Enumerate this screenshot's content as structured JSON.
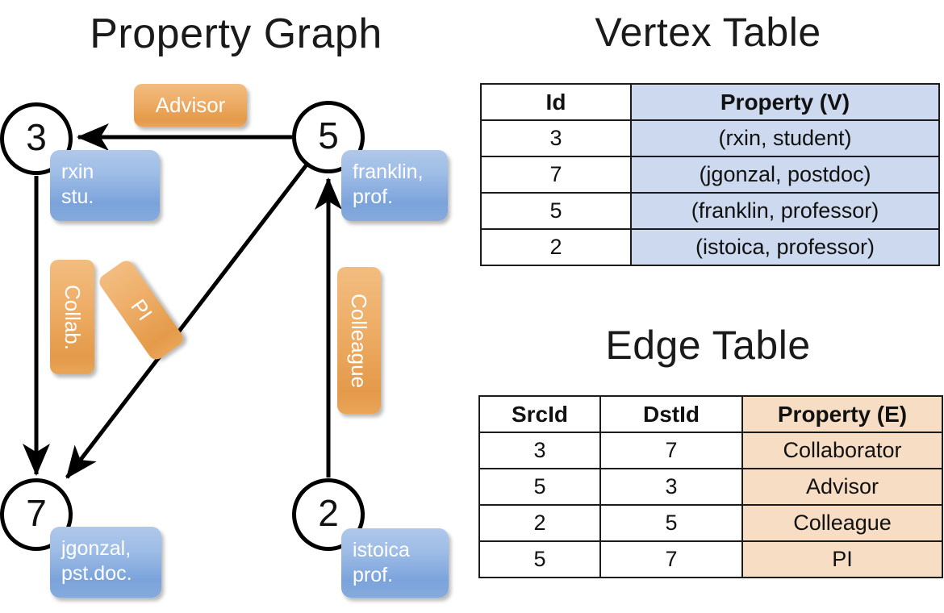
{
  "titles": {
    "property_graph": "Property Graph",
    "vertex_table": "Vertex Table",
    "edge_table": "Edge Table"
  },
  "colors": {
    "vertex_property_fill": "#ccd9ee",
    "edge_property_fill": "#f6ddc3",
    "node_property_box": "#8eb0e0",
    "edge_label_box": "#eaa357",
    "stroke": "#000000"
  },
  "graph": {
    "nodes": [
      {
        "id": "3",
        "property_lines": [
          "rxin",
          "stu."
        ]
      },
      {
        "id": "5",
        "property_lines": [
          "franklin,",
          "prof."
        ]
      },
      {
        "id": "7",
        "property_lines": [
          "jgonzal,",
          "pst.doc."
        ]
      },
      {
        "id": "2",
        "property_lines": [
          "istoica",
          "prof."
        ]
      }
    ],
    "edge_labels": [
      {
        "name": "advisor",
        "text": "Advisor"
      },
      {
        "name": "collab",
        "text": "Collab."
      },
      {
        "name": "pi",
        "text": "PI"
      },
      {
        "name": "colleague",
        "text": "Colleague"
      }
    ]
  },
  "vertex_table": {
    "headers": [
      "Id",
      "Property (V)"
    ],
    "rows": [
      {
        "id": "3",
        "property": "(rxin, student)"
      },
      {
        "id": "7",
        "property": "(jgonzal, postdoc)"
      },
      {
        "id": "5",
        "property": "(franklin, professor)"
      },
      {
        "id": "2",
        "property": "(istoica, professor)"
      }
    ]
  },
  "edge_table": {
    "headers": [
      "SrcId",
      "DstId",
      "Property (E)"
    ],
    "rows": [
      {
        "src": "3",
        "dst": "7",
        "property": "Collaborator"
      },
      {
        "src": "5",
        "dst": "3",
        "property": "Advisor"
      },
      {
        "src": "2",
        "dst": "5",
        "property": "Colleague"
      },
      {
        "src": "5",
        "dst": "7",
        "property": "PI"
      }
    ]
  }
}
